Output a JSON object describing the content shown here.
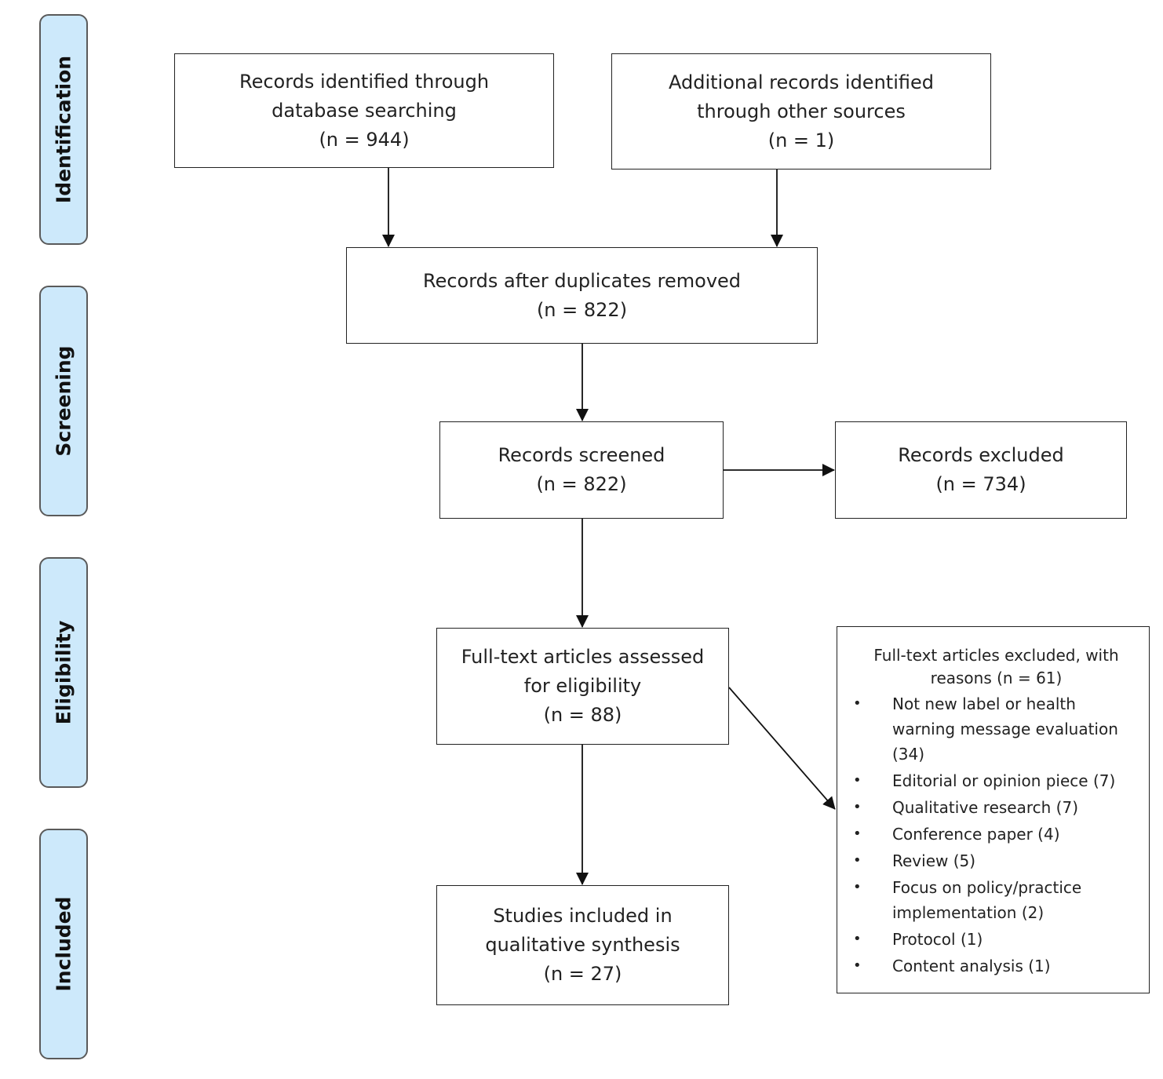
{
  "stages": [
    {
      "id": "identification",
      "label": "Identification"
    },
    {
      "id": "screening",
      "label": "Screening"
    },
    {
      "id": "eligibility",
      "label": "Eligibility"
    },
    {
      "id": "included",
      "label": "Included"
    }
  ],
  "boxes": {
    "db_search": {
      "line1": "Records identified through",
      "line2": "database searching",
      "line3": "(n = 944)"
    },
    "other_sources": {
      "line1": "Additional records identified",
      "line2": "through other sources",
      "line3": "(n = 1)"
    },
    "after_duplicates": {
      "line1": "Records after duplicates removed",
      "line2": "(n = 822)"
    },
    "screened": {
      "line1": "Records screened",
      "line2": "(n = 822)"
    },
    "excluded": {
      "line1": "Records excluded",
      "line2": "(n = 734)"
    },
    "full_text": {
      "line1": "Full-text articles assessed",
      "line2": "for eligibility",
      "line3": "(n = 88)"
    },
    "included": {
      "line1": "Studies included in",
      "line2": "qualitative synthesis",
      "line3": "(n = 27)"
    }
  },
  "full_text_exclusions": {
    "heading_line1": "Full-text articles excluded, with",
    "heading_line2": "reasons (n = 61)",
    "bullet": "•",
    "reasons": [
      {
        "line1": "Not new label or health",
        "line2": "warning message evaluation",
        "line3": "(34)"
      },
      {
        "line1": "Editorial or opinion piece (7)"
      },
      {
        "line1": "Qualitative research (7)"
      },
      {
        "line1": "Conference paper (4)"
      },
      {
        "line1": "Review (5)"
      },
      {
        "line1": "Focus on policy/practice",
        "line2": "implementation (2)"
      },
      {
        "line1": "Protocol (1)"
      },
      {
        "line1": "Content analysis (1)"
      }
    ]
  }
}
